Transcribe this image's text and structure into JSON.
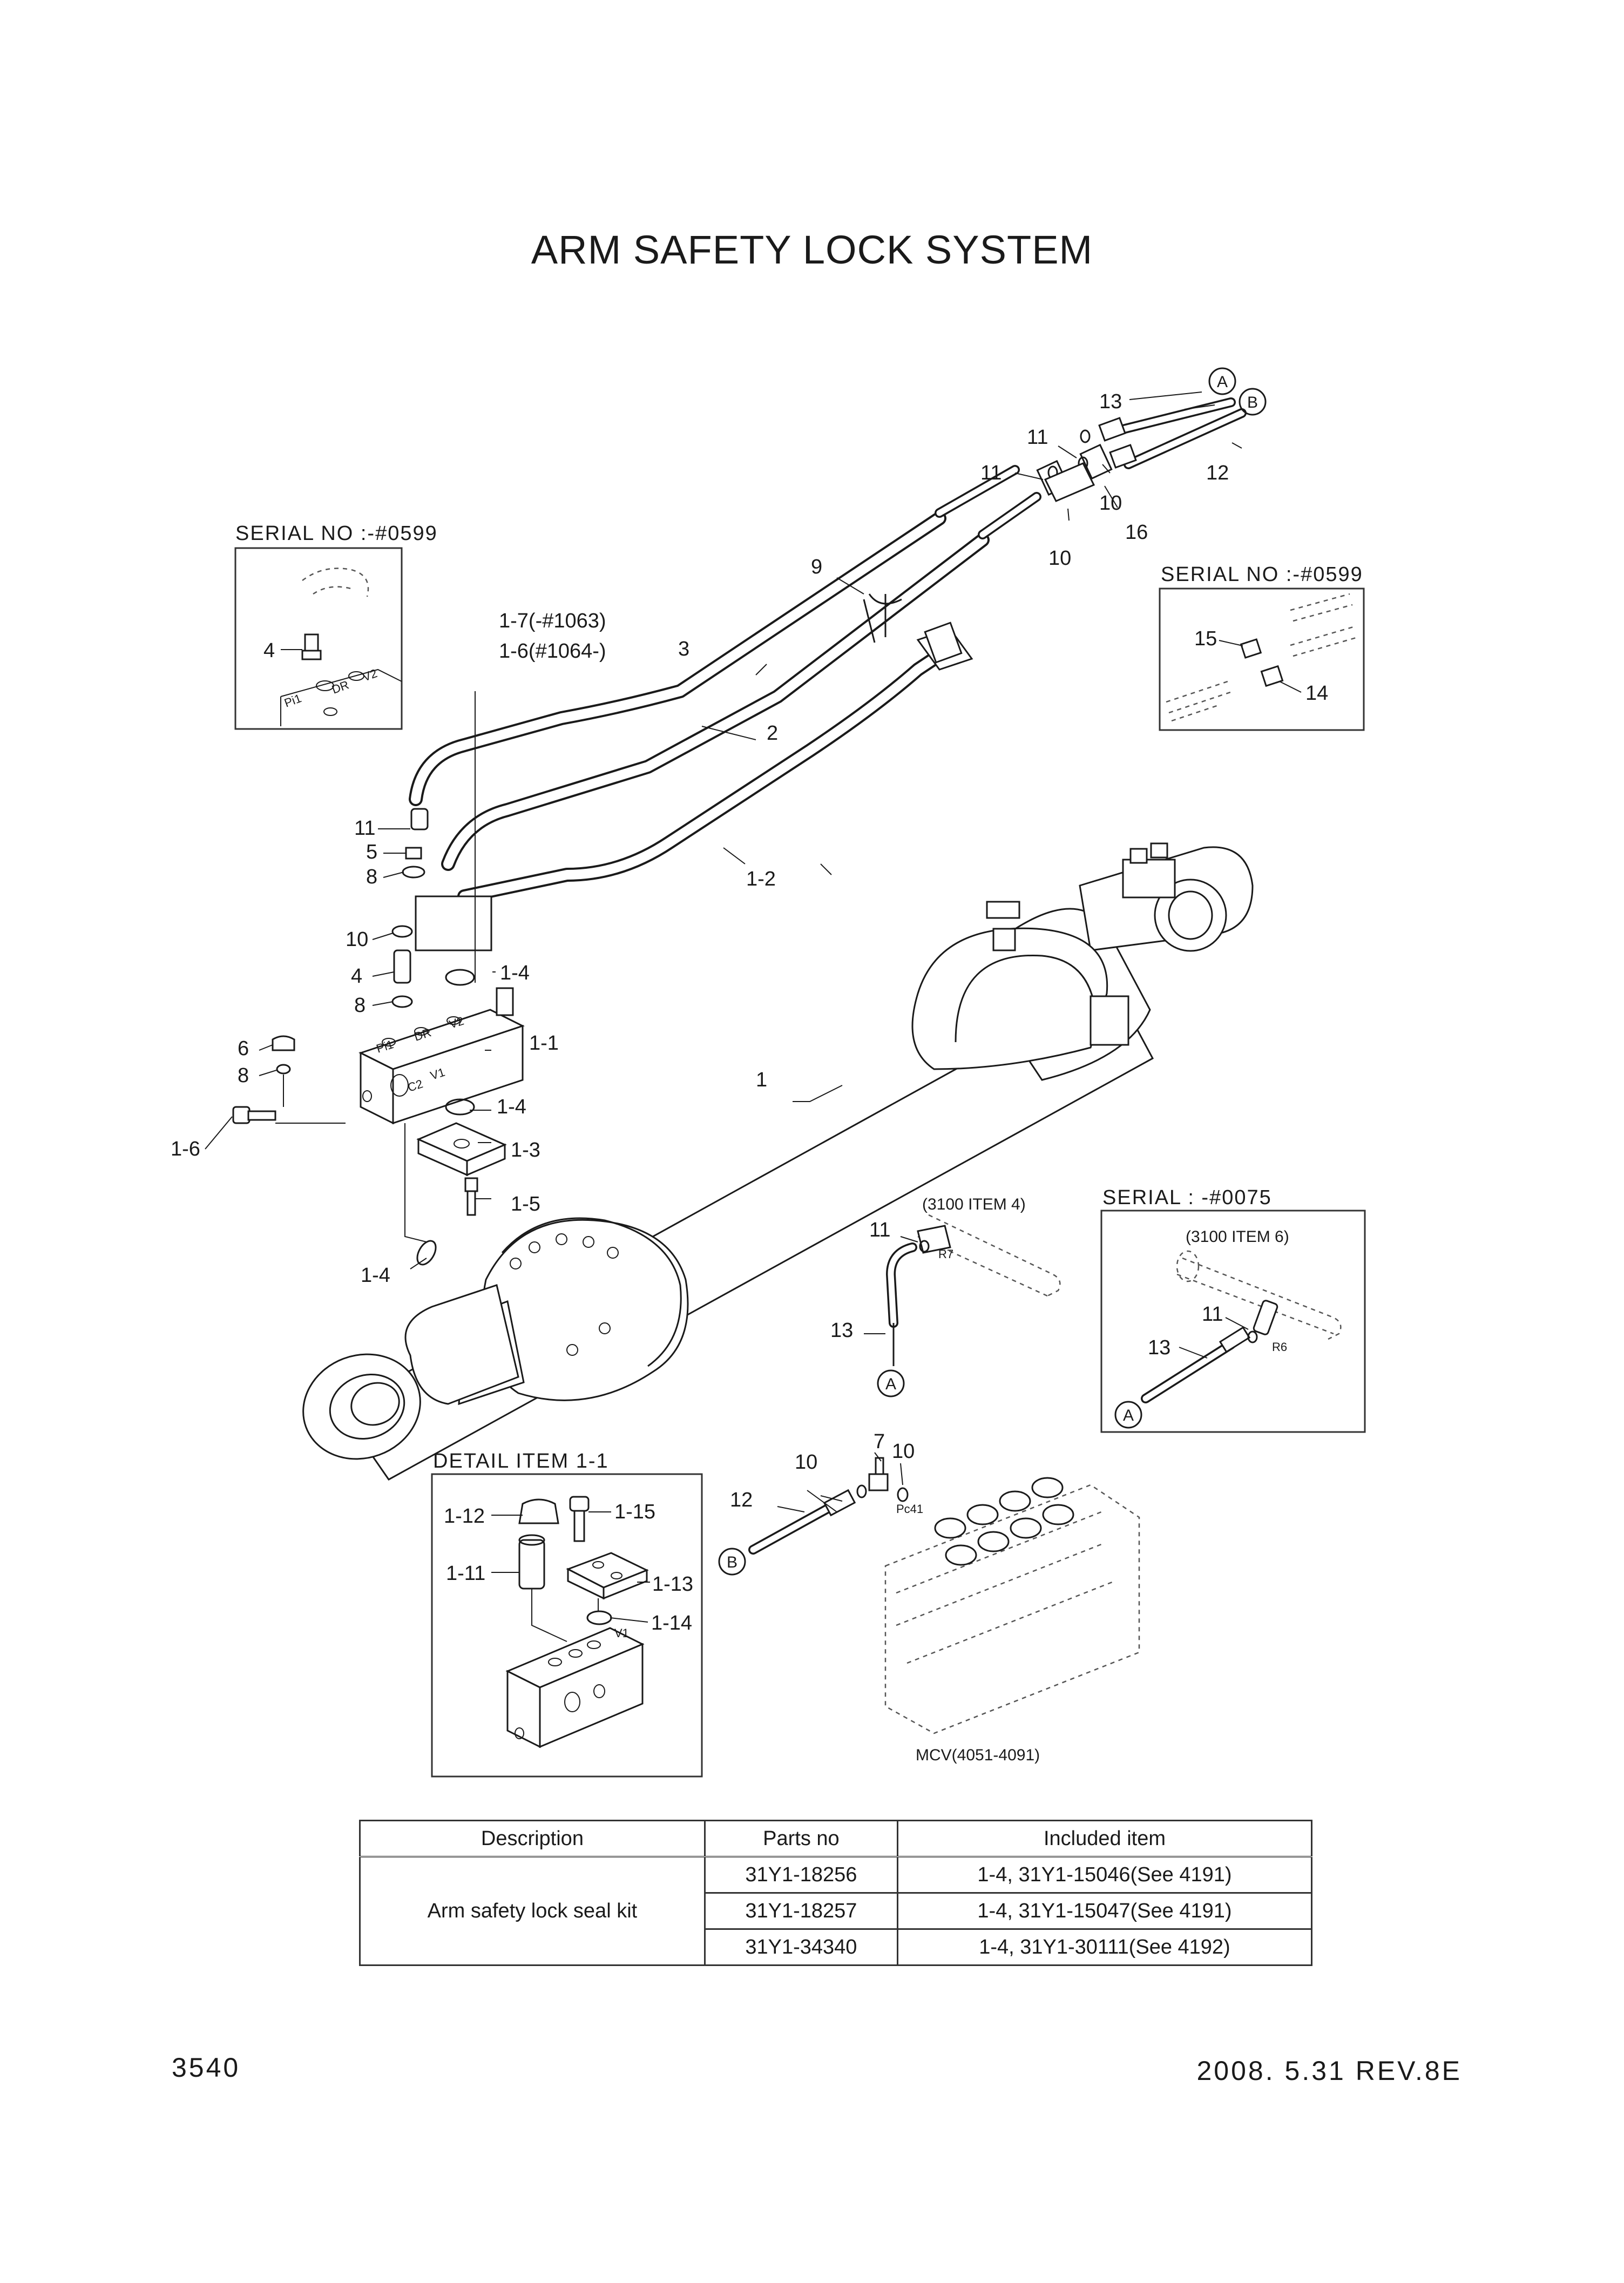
{
  "title": "ARM SAFETY LOCK SYSTEM",
  "page_number": "3540",
  "revision": "2008. 5.31 REV.8E",
  "insets": {
    "serial_top_left": "SERIAL NO :-#0599",
    "serial_top_right": "SERIAL NO :-#0599",
    "serial_mid_right": "SERIAL : -#0075",
    "detail_item": "DETAIL ITEM 1-1"
  },
  "notes": {
    "item4_ref": "(3100 ITEM 4)",
    "item6_ref": "(3100 ITEM 6)",
    "mcv": "MCV(4051-4091)"
  },
  "port_marks": {
    "pi1": "Pi1",
    "dr": "DR",
    "v2": "V2",
    "c2": "C2",
    "v1": "V1",
    "r7": "R7",
    "r6": "R6",
    "pc41": "Pc41"
  },
  "connectors": {
    "a": "A",
    "b": "B"
  },
  "callouts": {
    "main_1": "1",
    "main_1_2": "1-2",
    "main_1_4a": "1-4",
    "main_1_1": "1-1",
    "main_1_4b": "1-4",
    "main_1_3": "1-3",
    "main_1_5": "1-5",
    "main_1_4c": "1-4",
    "main_1_6": "1-6",
    "main_1_7": "1-7(-#1063)",
    "main_1_6b": "1-6(#1064-)",
    "main_2": "2",
    "main_3": "3",
    "main_9": "9",
    "main_4": "4",
    "main_5": "5",
    "main_6": "6",
    "main_8a": "8",
    "main_8b": "8",
    "main_8c": "8",
    "main_10a": "10",
    "main_11a": "11",
    "top_13": "13",
    "top_11a": "11",
    "top_11b": "11",
    "top_12": "12",
    "top_10a": "10",
    "top_10b": "10",
    "top_16": "16",
    "tl_4": "4",
    "tr_15": "15",
    "tr_14": "14",
    "mid_11": "11",
    "mid_13": "13",
    "mr_11": "11",
    "mr_13": "13",
    "bot_7": "7",
    "bot_10a": "10",
    "bot_10b": "10",
    "bot_12": "12",
    "det_1_12": "1-12",
    "det_1_15": "1-15",
    "det_1_11": "1-11",
    "det_1_13": "1-13",
    "det_1_14": "1-14"
  },
  "table": {
    "headers": [
      "Description",
      "Parts no",
      "Included item"
    ],
    "description": "Arm safety lock seal kit",
    "rows": [
      {
        "parts_no": "31Y1-18256",
        "included": "1-4, 31Y1-15046(See 4191)"
      },
      {
        "parts_no": "31Y1-18257",
        "included": "1-4, 31Y1-15047(See 4191)"
      },
      {
        "parts_no": "31Y1-34340",
        "included": "1-4, 31Y1-30111(See 4192)"
      }
    ]
  }
}
